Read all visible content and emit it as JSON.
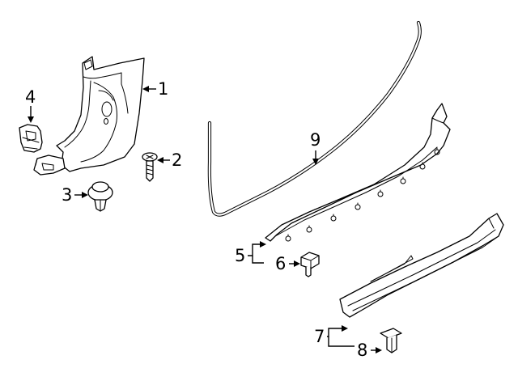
{
  "callouts": [
    {
      "id": "c1",
      "number": "1"
    },
    {
      "id": "c2",
      "number": "2"
    },
    {
      "id": "c3",
      "number": "3"
    },
    {
      "id": "c4",
      "number": "4"
    },
    {
      "id": "c5",
      "number": "5"
    },
    {
      "id": "c6",
      "number": "6"
    },
    {
      "id": "c7",
      "number": "7"
    },
    {
      "id": "c8",
      "number": "8"
    },
    {
      "id": "c9",
      "number": "9"
    }
  ]
}
